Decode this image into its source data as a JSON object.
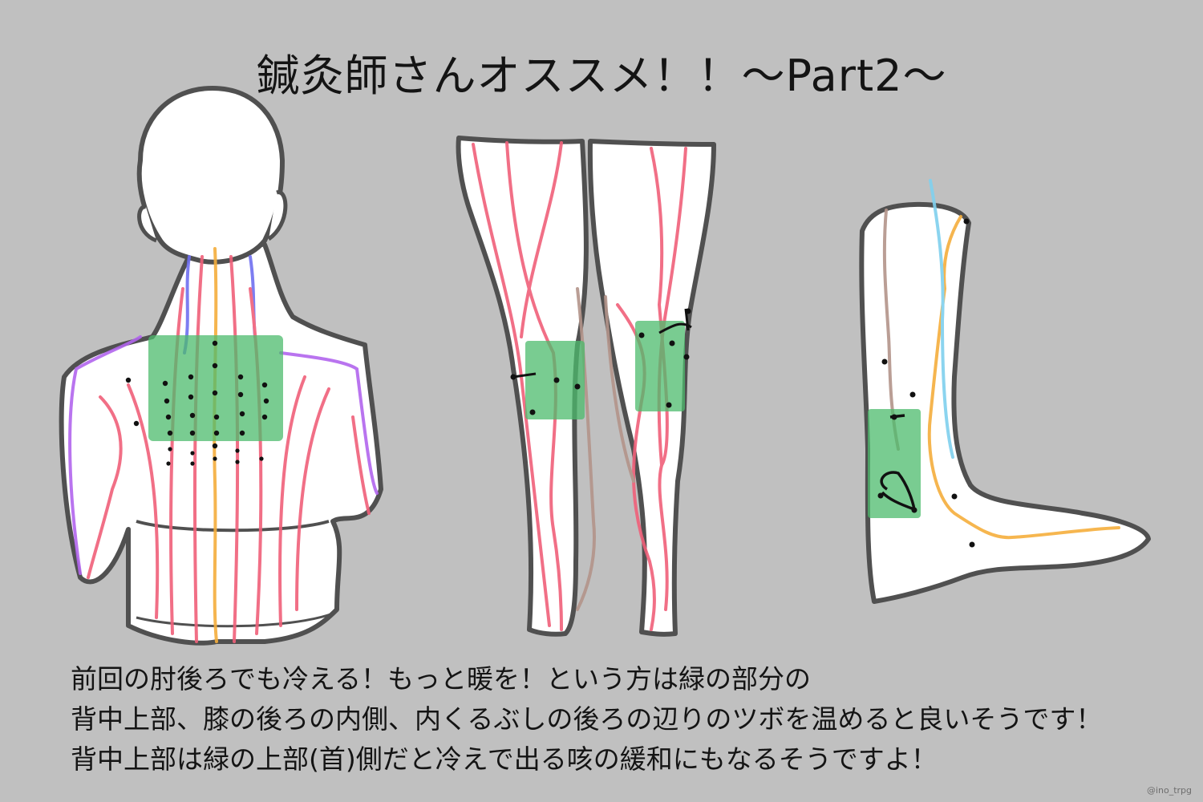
{
  "title": "鍼灸師さんオススメ！！～Part2～",
  "caption": {
    "line1": "前回の肘後ろでも冷える！もっと暖を！という方は緑の部分の",
    "line2": "背中上部、膝の後ろの内側、内くるぶしの後ろの辺りのツボを温めると良いそうです！",
    "line3": "背中上部は緑の上部(首)側だと冷えで出る咳の緩和にもなるそうですよ！"
  },
  "credit": "@ino_trpg",
  "colors": {
    "background": "#c0c0c0",
    "outline": "#505050",
    "skin": "#ffffff",
    "highlight": "#4cbb6c",
    "meridian_red": "#f0607a",
    "meridian_purple": "#b266ee",
    "meridian_blue": "#6f6ff0",
    "meridian_orange": "#f5ae3c",
    "meridian_brown": "#b3948a",
    "meridian_cyan": "#7fd0ee"
  }
}
